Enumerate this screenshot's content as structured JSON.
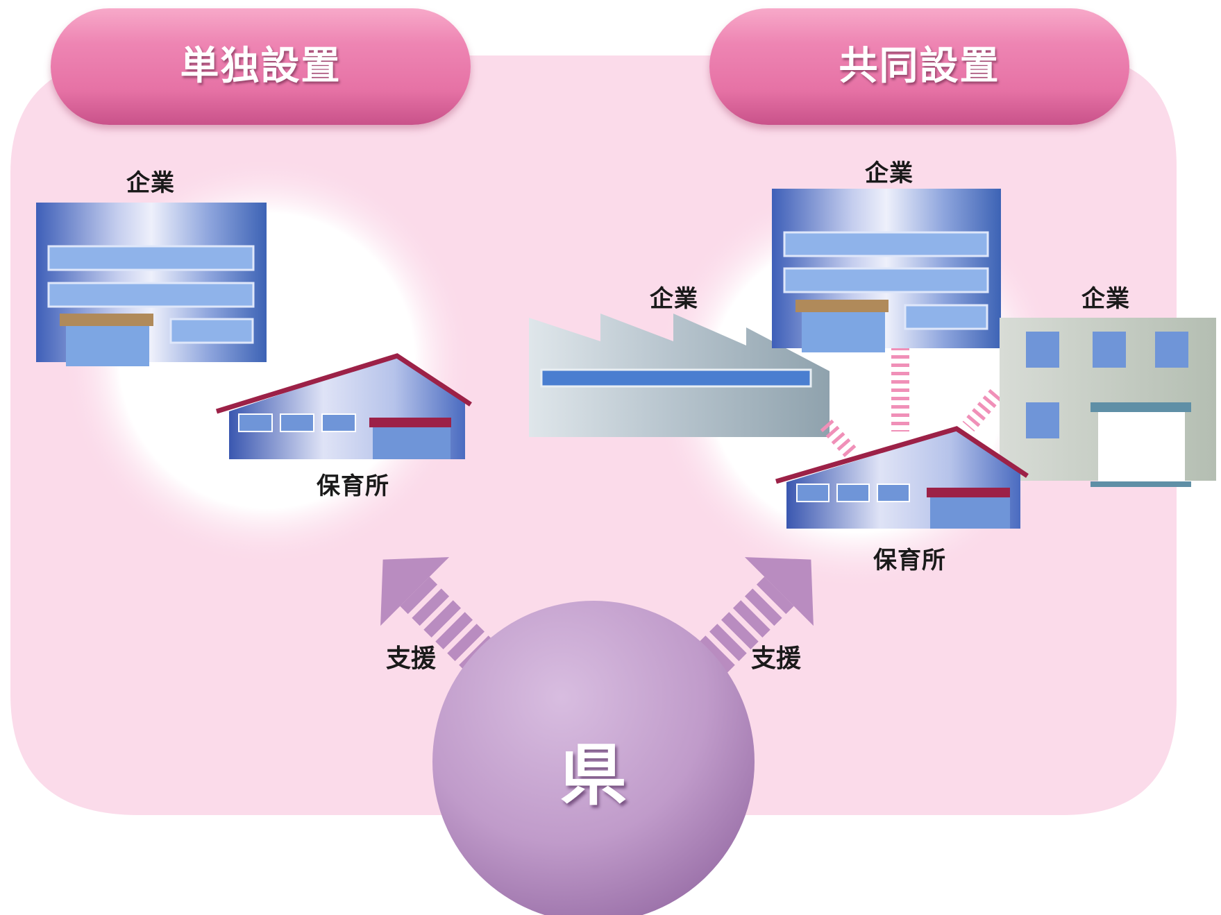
{
  "headers": {
    "single": "単独設置",
    "joint": "共同設置"
  },
  "left_group": {
    "company_label": "企業",
    "nursery_label": "保育所"
  },
  "right_group": {
    "company_top_label": "企業",
    "company_factory_label": "企業",
    "company_right_label": "企業",
    "nursery_label": "保育所"
  },
  "support_left": "支援",
  "support_right": "支援",
  "prefecture": "県",
  "colors": {
    "background_panel": "#fbdbea",
    "header_pill": "#ec7fb0",
    "prefecture_circle": "#c4a0cc",
    "arrow": "#b98cc0",
    "building_blue": "#6f95d8",
    "roof": "#9c2147",
    "link_dashes": "#f090b8"
  }
}
